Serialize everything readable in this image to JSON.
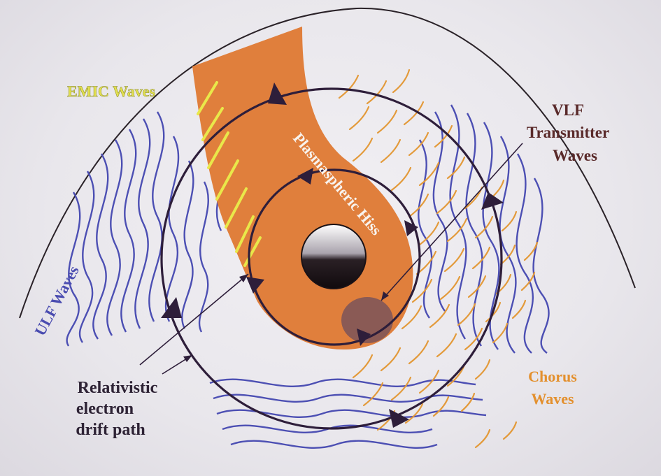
{
  "labels": {
    "emic": "EMIC Waves",
    "vlf_line1": "VLF",
    "vlf_line2": "Transmitter",
    "vlf_line3": "Waves",
    "plasmaspheric": "Plasmaspheric Hiss",
    "ulf": "ULF Waves",
    "chorus_line1": "Chorus",
    "chorus_line2": "Waves",
    "drift_line1": "Relativistic",
    "drift_line2": "electron",
    "drift_line3": "drift path"
  },
  "colors": {
    "plasmasphere": "#e07f3c",
    "emic": "#e9e84a",
    "ulf": "#4c4fb3",
    "chorus": "#e39a3a",
    "drift_path": "#2e1e3a",
    "transmitter_spot": "#8a5a55",
    "label_dark": "#2e2335",
    "label_orange": "#e3902e"
  }
}
